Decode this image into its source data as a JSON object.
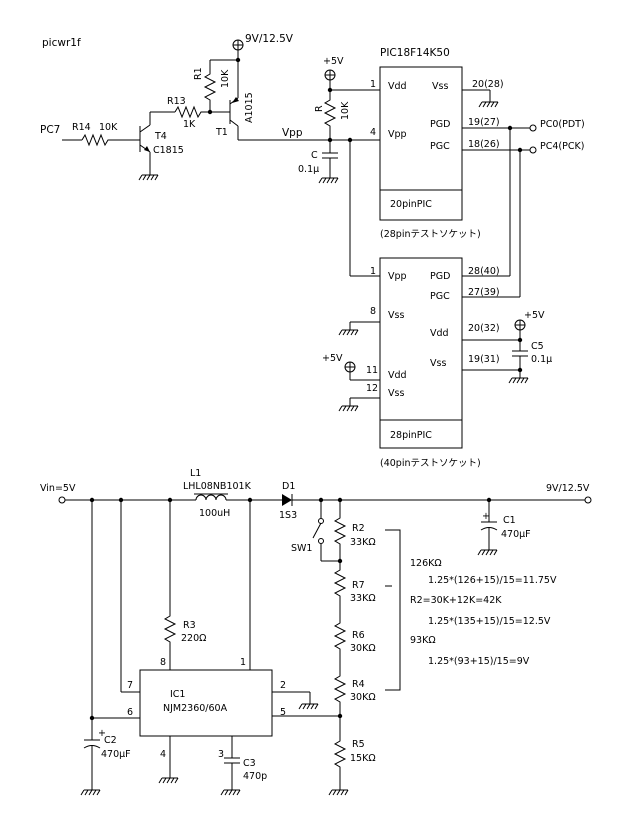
{
  "title": "picwr1f",
  "supply_label_top": "9V/12.5V",
  "plus5v": "+5V",
  "vpp": "Vpp",
  "pc7": "PC7",
  "r14": {
    "name": "R14",
    "value": "10K"
  },
  "t4": {
    "name": "T4",
    "part": "C1815"
  },
  "r13": {
    "name": "R13",
    "value": "1K"
  },
  "r1": {
    "name": "R1",
    "value": "10K"
  },
  "t1": {
    "name": "T1",
    "part": "A1015"
  },
  "r_pullup": {
    "name": "R",
    "value": "10K"
  },
  "c_vpp": {
    "name": "C",
    "value": "0.1μ"
  },
  "pic20": {
    "title": "PIC18F14K50",
    "label": "20pinPIC",
    "socket": "(28pinテストソケット)",
    "pins": {
      "vdd": "Vdd",
      "vdd_num": "1",
      "vpp": "Vpp",
      "vpp_num": "4",
      "vss": "Vss",
      "vss_num": "20(28)",
      "pgd": "PGD",
      "pgd_num": "19(27)",
      "pgc": "PGC",
      "pgc_num": "18(26)"
    }
  },
  "pc0": "PC0(PDT)",
  "pc4": "PC4(PCK)",
  "pic28": {
    "label": "28pinPIC",
    "socket": "(40pinテストソケット)",
    "pins": {
      "vpp": "Vpp",
      "vpp_num": "1",
      "pgd": "PGD",
      "pgd_num": "28(40)",
      "pgc": "PGC",
      "pgc_num": "27(39)",
      "vss_l1": "Vss",
      "vss_l1_num": "8",
      "vdd_r": "Vdd",
      "vdd_r_num": "20(32)",
      "vss_r": "Vss",
      "vss_r_num": "19(31)",
      "vdd_l": "Vdd",
      "vdd_l_num": "11",
      "vss_l2": "Vss",
      "vss_l2_num": "12"
    }
  },
  "c5": {
    "name": "C5",
    "value": "0.1μ"
  },
  "vin": "Vin=5V",
  "l1": {
    "name": "L1",
    "part": "LHL08NB101K",
    "value": "100uH"
  },
  "d1": {
    "name": "D1",
    "part": "1S3"
  },
  "supply_label_bottom": "9V/12.5V",
  "c1": {
    "name": "C1",
    "value": "470μF"
  },
  "sw1": "SW1",
  "r2": {
    "name": "R2",
    "value": "33KΩ"
  },
  "r7": {
    "name": "R7",
    "value": "33KΩ"
  },
  "r6": {
    "name": "R6",
    "value": "30KΩ"
  },
  "r4": {
    "name": "R4",
    "value": "30KΩ"
  },
  "r5": {
    "name": "R5",
    "value": "15KΩ"
  },
  "r3": {
    "name": "R3",
    "value": "220Ω"
  },
  "ic1": {
    "name": "IC1",
    "part": "NJM2360/60A"
  },
  "ic1_pins": {
    "p1": "1",
    "p2": "2",
    "p3": "3",
    "p4": "4",
    "p5": "5",
    "p6": "6",
    "p7": "7",
    "p8": "8"
  },
  "c2": {
    "name": "C2",
    "value": "470μF"
  },
  "c3": {
    "name": "C3",
    "value": "470p"
  },
  "notes": {
    "n1": "126KΩ",
    "n2": "1.25*(126+15)/15=11.75V",
    "n3": "R2=30K+12K=42K",
    "n4": "1.25*(135+15)/15=12.5V",
    "n5": "93KΩ",
    "n6": "1.25*(93+15)/15=9V"
  }
}
